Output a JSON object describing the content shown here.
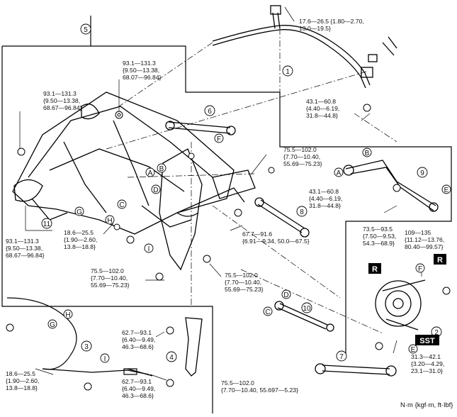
{
  "torques": {
    "t_sway_link": [
      "17.6—26.5 {1.80—2.70,",
      "13.0—19.5}"
    ],
    "t_top_center": [
      "93.1—131.3",
      "{9.50—13.38,",
      "68.07—96.84}"
    ],
    "t_top_left": [
      "93.1—131.3",
      "{9.50—13.38,",
      "68.67—96.84}"
    ],
    "t_bottom_left": [
      "93.1—131.3",
      "{9.50—13.38,",
      "68.67—96.84}"
    ],
    "t_stab_link": [
      "43.1—60.8",
      "{4.40—6.19,",
      "31.8—44.8}"
    ],
    "t_right_upper": [
      "75.5—102.0",
      "{7.70—10.40,",
      "55.69—75.23}"
    ],
    "t_right_arm": [
      "43.1—60.8",
      "{4.40—6.19,",
      "31.8—44.8}"
    ],
    "t_mid_left": [
      "18.6—25.5",
      "{1.90—2.60,",
      "13.8—18.8}"
    ],
    "t_mid_right": [
      "67.7—91.6",
      "{6.91—9.34, 50.0—67.5}"
    ],
    "t_hub_a": [
      "73.5—93.5",
      "{7.50—9.53,",
      "54.3—68.9}"
    ],
    "t_hub_b": [
      "109—135",
      "{11.12—13.76,",
      "80.40—99.57}"
    ],
    "t_lower_left": [
      "75.5—102.0",
      "{7.70—10.40,",
      "55.69—75.23}"
    ],
    "t_lower_center": [
      "75.5—102.0",
      "{7.70—10.40,",
      "55.69—75.23}"
    ],
    "t_sst": [
      "31.3—42.1",
      "{3.20—4.29,",
      "23.1—31.0}"
    ],
    "t_spring_a": [
      "62.7—93.1",
      "{6.40—9.49,",
      "46.3—68.6}"
    ],
    "t_spring_b": [
      "62.7—93.1",
      "{6.40—9.49,",
      "46.3—68.6}"
    ],
    "t_cable": [
      "18.6—25.5",
      "{1.90—2.60,",
      "13.8—18.8}"
    ],
    "t_bottom": [
      "75.5—102.0",
      "{7.70—10.40, 55.697—5.23}"
    ]
  },
  "callouts": {
    "n1": "1",
    "n2": "2",
    "n3": "3",
    "n4": "4",
    "n5": "5",
    "n6": "6",
    "n7": "7",
    "n8": "8",
    "n9": "9",
    "n10": "10",
    "n11": "11"
  },
  "letters": {
    "A": "A",
    "B": "B",
    "C": "C",
    "D": "D",
    "E": "E",
    "F": "F",
    "G": "G",
    "H": "H",
    "I": "I"
  },
  "badges": {
    "R": "R",
    "SST": "SST"
  },
  "footer": "N·m {kgf·m, ft·lbf}"
}
